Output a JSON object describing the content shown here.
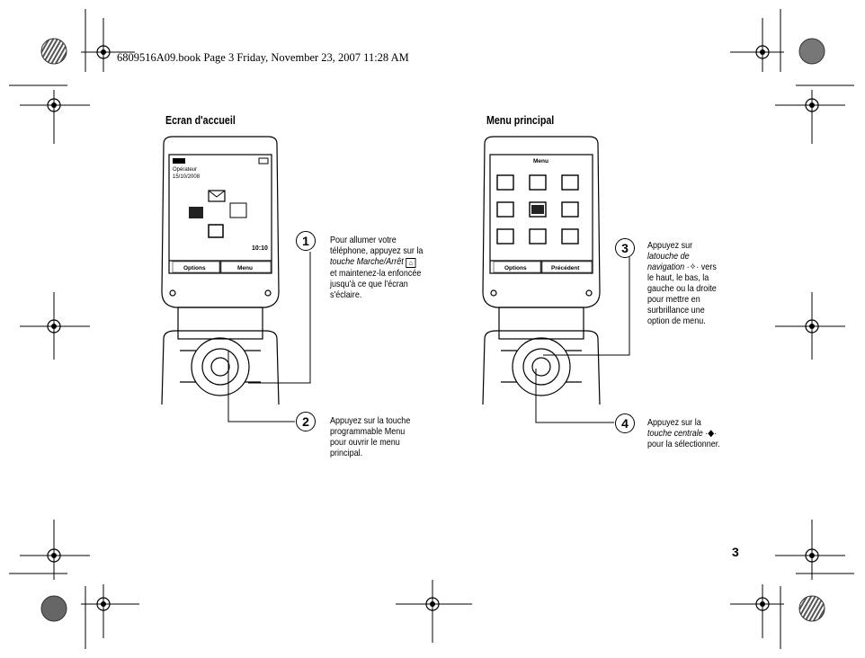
{
  "header": {
    "book_line": "6809516A09.book  Page 3  Friday, November 23, 2007  11:28 AM"
  },
  "left": {
    "title": "Ecran d'accueil",
    "screen": {
      "operator": "Opérateur",
      "date": "15/10/2008",
      "time": "10:10",
      "softkey_left": "Options",
      "softkey_right": "Menu"
    },
    "step1": {
      "number": "1",
      "lines": [
        "Pour allumer votre",
        "téléphone, appuyez sur la",
        "touche Marche/Arrêt",
        "et maintenez-la enfoncée",
        "jusqu'à ce que l'écran",
        "s'éclaire."
      ]
    },
    "step2": {
      "number": "2",
      "lines": [
        "Appuyez sur la touche",
        "programmable Menu",
        "pour ouvrir le menu",
        "principal."
      ]
    }
  },
  "right": {
    "title": "Menu principal",
    "screen": {
      "title": "Menu",
      "softkey_left": "Options",
      "softkey_right": "Précédent"
    },
    "step3": {
      "number": "3",
      "lines": [
        "Appuyez sur",
        "latouche de",
        "navigation",
        "vers",
        "le haut, le bas, la",
        "gauche ou la droite",
        "pour mettre en",
        "surbrillance une",
        "option de menu."
      ]
    },
    "step4": {
      "number": "4",
      "lines": [
        "Appuyez sur la",
        "touche centrale",
        "pour la sélectionner."
      ]
    }
  },
  "footer": {
    "page_number": "3"
  }
}
